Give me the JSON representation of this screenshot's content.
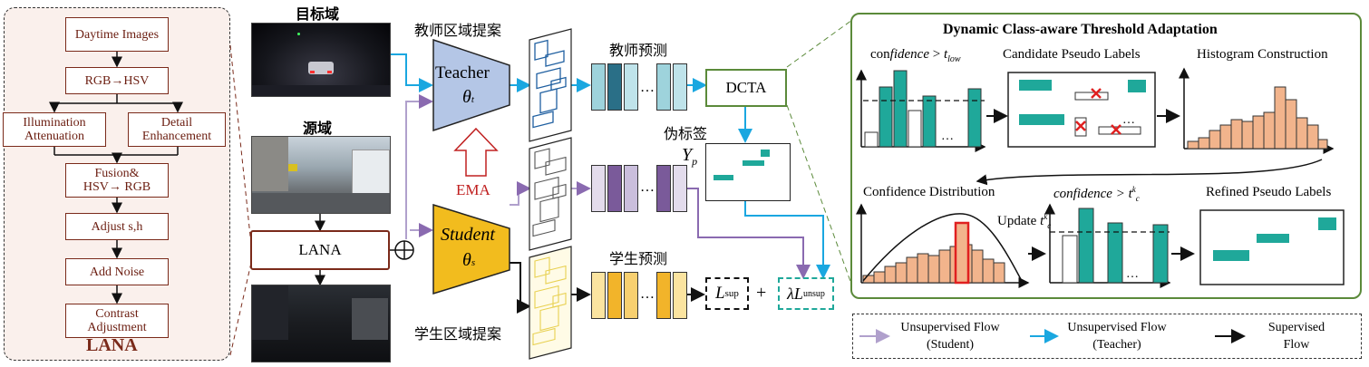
{
  "lana": {
    "title": "LANA",
    "steps": {
      "daytime": "Daytime Images",
      "rgb_hsv": "RGB→HSV",
      "illum": "Illumination Attenuation",
      "detail": "Detail Enhancement",
      "fusion_line1": "Fusion&",
      "fusion_line2": "HSV→ RGB",
      "adjust": "Adjust s,h",
      "noise": "Add Noise",
      "contrast": "Contrast Adjustment"
    }
  },
  "middle": {
    "target_domain": "目标域",
    "source_domain": "源域",
    "lana_box": "LANA",
    "teacher_label": "Teacher",
    "teacher_symbol": "θ",
    "teacher_sub": "t",
    "student_label": "Student",
    "student_symbol": "θ",
    "student_sub": "s",
    "ema": "EMA",
    "teacher_proposals": "教师区域提案",
    "student_proposals": "学生区域提案",
    "teacher_pred": "教师预测",
    "student_pred": "学生预测",
    "pseudo_label": "伪标签",
    "yp": "Y",
    "yp_sub": "p",
    "dcta": "DCTA",
    "dots": "…",
    "lsup": "L",
    "lsup_sub": "sup",
    "plus": "+",
    "lunsup_prefix": "λL",
    "lunsup_sub": "unsup"
  },
  "dcta": {
    "title": "Dynamic Class-aware Threshold Adaptation",
    "conf_low_prefix": "con",
    "conf_low_italic": "fidence",
    "conf_low_gt": " > ",
    "conf_low_t": "t",
    "conf_low_sub": "low",
    "candidate": "Candidate Pseudo Labels",
    "histogram": "Histogram Construction",
    "distribution": "Confidence  Distribution",
    "conf_k": "confidence > t",
    "conf_k_sup": "k",
    "conf_k_sub": "c",
    "update": "Update",
    "update_t": "t",
    "update_sup": "k",
    "update_sub": "c",
    "refined": "Refined Pseudo Labels",
    "dots": "…"
  },
  "legend": {
    "student_l1": "Unsupervised Flow",
    "student_l2": "(Student)",
    "teacher_l1": "Unsupervised Flow",
    "teacher_l2": "(Teacher)",
    "sup_l1": "Supervised",
    "sup_l2": "Flow"
  },
  "colors": {
    "teal": "#1fa89a",
    "orange_bar": "#f2b48c",
    "red": "#e02020",
    "blue_arrow": "#1aa7e0",
    "purple_arrow": "#8a6ab0",
    "dark_red": "#7a2a1a",
    "green_border": "#5b8a3a",
    "teacher_fill": "#b4c6e6",
    "student_fill": "#f2bc1e"
  }
}
